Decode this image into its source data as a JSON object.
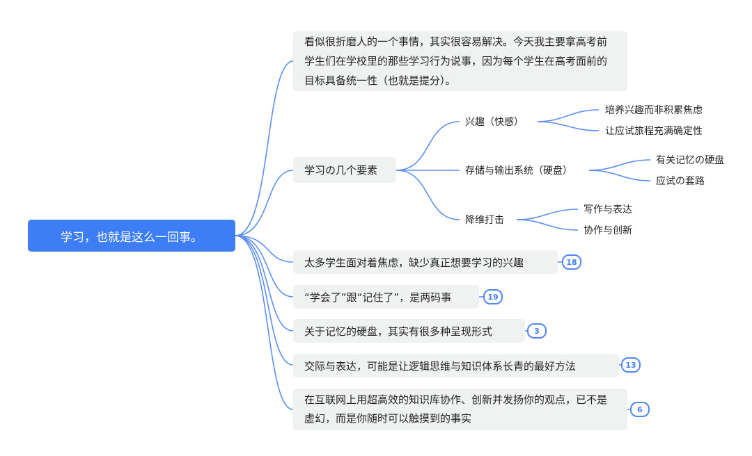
{
  "root": {
    "label": "学习，也就是这么一回事。"
  },
  "branches": [
    {
      "label": "看似很折磨人的一个事情，其实很容易解决。今天我主要拿高考前学生们在学校里的那些学习行为说事，因为每个学生在高考面前的目标具备统一性（也就是提分）。"
    },
    {
      "label": "学习の几个要素",
      "children": [
        {
          "label": "兴趣（快感）",
          "children": [
            {
              "label": "培养兴趣而非积累焦虑"
            },
            {
              "label": "让应试旅程充满确定性"
            }
          ]
        },
        {
          "label": "存储与输出系统（硬盘）",
          "children": [
            {
              "label": "有关记忆の硬盘"
            },
            {
              "label": "应试の套路"
            }
          ]
        },
        {
          "label": "降维打击",
          "children": [
            {
              "label": "写作与表达"
            },
            {
              "label": "协作与创新"
            }
          ]
        }
      ]
    },
    {
      "label": "太多学生面对着焦虑，缺少真正想要学习的兴趣",
      "count": "18"
    },
    {
      "label": "“学会了”跟“记住了”，是两码事",
      "count": "19"
    },
    {
      "label": "关于记忆的硬盘，其实有很多种呈现形式",
      "count": "3"
    },
    {
      "label": "交际与表达，可能是让逻辑思维与知识体系长青的最好方法",
      "count": "13"
    },
    {
      "label": "在互联网上用超高效的知识库协作、创新并发扬你的观点，已不是虚幻，而是你随时可以触摸到的事实",
      "count": "6"
    }
  ],
  "colors": {
    "accent": "#3d7ef5",
    "line": "#5b8ef0",
    "node_bg": "#f0f1f1"
  }
}
